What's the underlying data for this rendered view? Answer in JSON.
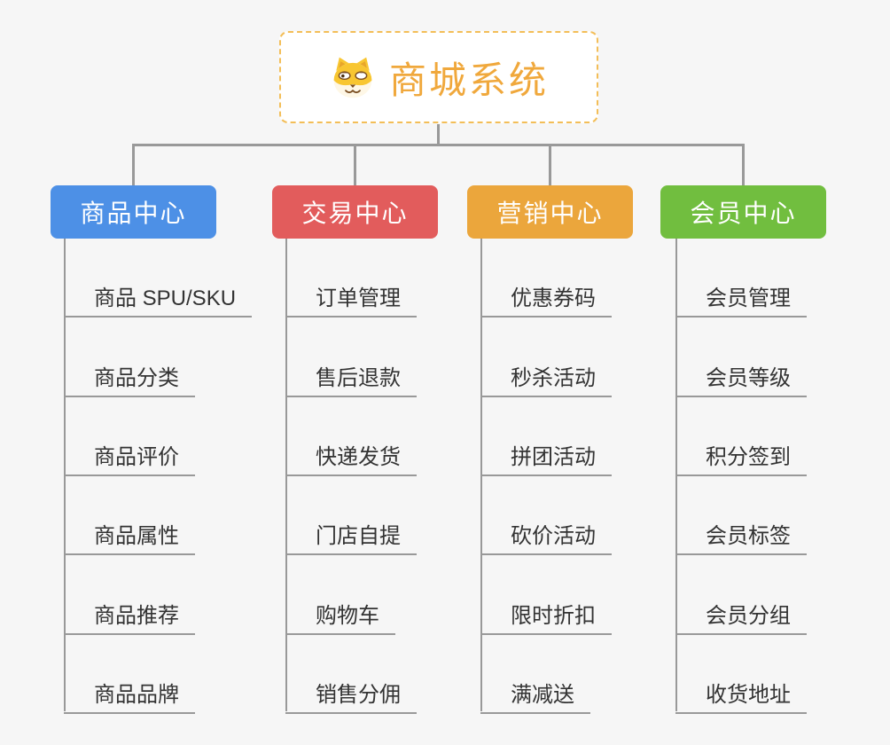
{
  "root": {
    "title": "商城系统",
    "text_color": "#F0A83C",
    "border_color": "#F3BE58"
  },
  "connector_color": "#999999",
  "leaf_text_color": "#333333",
  "background_color": "#F6F6F6",
  "branches": [
    {
      "label": "商品中心",
      "color": "#4D90E6",
      "children": [
        "商品 SPU/SKU",
        "商品分类",
        "商品评价",
        "商品属性",
        "商品推荐",
        "商品品牌"
      ]
    },
    {
      "label": "交易中心",
      "color": "#E25C5C",
      "children": [
        "订单管理",
        "售后退款",
        "快递发货",
        "门店自提",
        "购物车",
        "销售分佣"
      ]
    },
    {
      "label": "营销中心",
      "color": "#EBA63C",
      "children": [
        "优惠券码",
        "秒杀活动",
        "拼团活动",
        "砍价活动",
        "限时折扣",
        "满减送"
      ]
    },
    {
      "label": "会员中心",
      "color": "#71BE3F",
      "children": [
        "会员管理",
        "会员等级",
        "积分签到",
        "会员标签",
        "会员分组",
        "收货地址"
      ]
    }
  ]
}
